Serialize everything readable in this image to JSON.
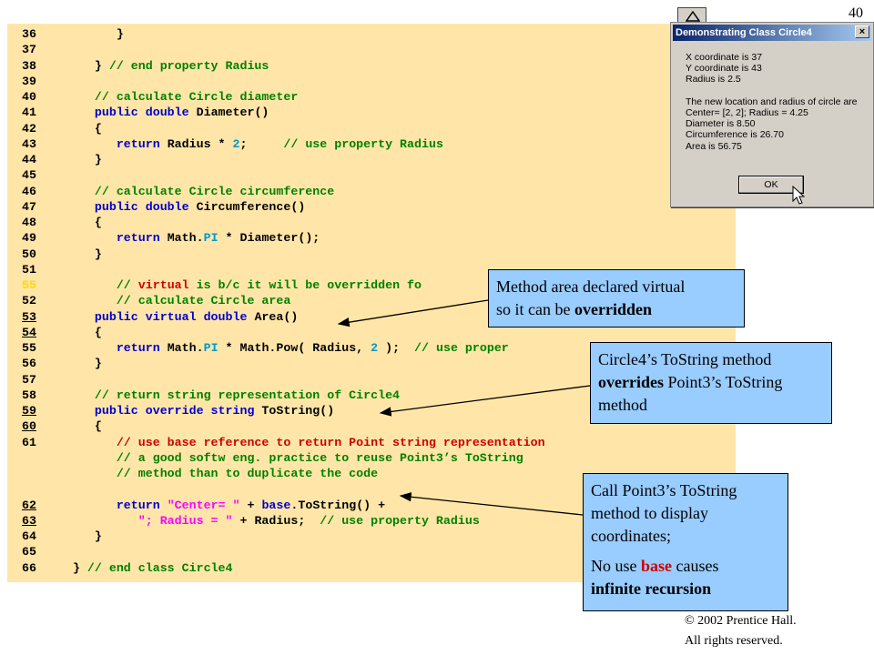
{
  "slide_number": "40",
  "code_lines": [
    {
      "num": "36",
      "underline": false,
      "parts": [
        {
          "t": "         }",
          "c": ""
        }
      ]
    },
    {
      "num": "37",
      "underline": false,
      "parts": []
    },
    {
      "num": "38",
      "underline": false,
      "parts": [
        {
          "t": "      } ",
          "c": ""
        },
        {
          "t": "// end property Radius",
          "c": "cm"
        }
      ]
    },
    {
      "num": "39",
      "underline": false,
      "parts": []
    },
    {
      "num": "40",
      "underline": false,
      "parts": [
        {
          "t": "      ",
          "c": ""
        },
        {
          "t": "// calculate Circle diameter",
          "c": "cm"
        }
      ]
    },
    {
      "num": "41",
      "underline": false,
      "parts": [
        {
          "t": "      ",
          "c": ""
        },
        {
          "t": "public double",
          "c": "kw"
        },
        {
          "t": " Diameter()",
          "c": ""
        }
      ]
    },
    {
      "num": "42",
      "underline": false,
      "parts": [
        {
          "t": "      {",
          "c": ""
        }
      ]
    },
    {
      "num": "43",
      "underline": false,
      "parts": [
        {
          "t": "         ",
          "c": ""
        },
        {
          "t": "return",
          "c": "kw"
        },
        {
          "t": " Radius * ",
          "c": ""
        },
        {
          "t": "2",
          "c": "lit"
        },
        {
          "t": ";     ",
          "c": ""
        },
        {
          "t": "// use property Radius",
          "c": "cm"
        }
      ]
    },
    {
      "num": "44",
      "underline": false,
      "parts": [
        {
          "t": "      }",
          "c": ""
        }
      ]
    },
    {
      "num": "45",
      "underline": false,
      "parts": []
    },
    {
      "num": "46",
      "underline": false,
      "parts": [
        {
          "t": "      ",
          "c": ""
        },
        {
          "t": "// calculate Circle circumference",
          "c": "cm"
        }
      ]
    },
    {
      "num": "47",
      "underline": false,
      "parts": [
        {
          "t": "      ",
          "c": ""
        },
        {
          "t": "public double",
          "c": "kw"
        },
        {
          "t": " Circumference()",
          "c": ""
        }
      ]
    },
    {
      "num": "48",
      "underline": false,
      "parts": [
        {
          "t": "      {",
          "c": ""
        }
      ]
    },
    {
      "num": "49",
      "underline": false,
      "parts": [
        {
          "t": "         ",
          "c": ""
        },
        {
          "t": "return",
          "c": "kw"
        },
        {
          "t": " Math.",
          "c": ""
        },
        {
          "t": "PI",
          "c": "lit"
        },
        {
          "t": " * Diameter();",
          "c": ""
        }
      ]
    },
    {
      "num": "50",
      "underline": false,
      "parts": [
        {
          "t": "      }",
          "c": ""
        }
      ]
    },
    {
      "num": "51",
      "underline": false,
      "parts": []
    },
    {
      "num": "55",
      "underline": false,
      "numColor": "#ffd700",
      "parts": [
        {
          "t": "         ",
          "c": ""
        },
        {
          "t": "// ",
          "c": "cm"
        },
        {
          "t": "virtual",
          "c": "red"
        },
        {
          "t": " is b/c it will be overridden fo",
          "c": "cm"
        }
      ]
    },
    {
      "num": "52",
      "underline": false,
      "parts": [
        {
          "t": "         ",
          "c": ""
        },
        {
          "t": "// calculate Circle area",
          "c": "cm"
        }
      ]
    },
    {
      "num": "53",
      "underline": true,
      "parts": [
        {
          "t": "      ",
          "c": ""
        },
        {
          "t": "public virtual double",
          "c": "kw"
        },
        {
          "t": " Area()",
          "c": ""
        }
      ]
    },
    {
      "num": "54",
      "underline": true,
      "parts": [
        {
          "t": "      {",
          "c": ""
        }
      ]
    },
    {
      "num": "55",
      "underline": false,
      "parts": [
        {
          "t": "         ",
          "c": ""
        },
        {
          "t": "return",
          "c": "kw"
        },
        {
          "t": " Math.",
          "c": ""
        },
        {
          "t": "PI",
          "c": "lit"
        },
        {
          "t": " * Math.Pow( Radius, ",
          "c": ""
        },
        {
          "t": "2",
          "c": "lit"
        },
        {
          "t": " );  ",
          "c": ""
        },
        {
          "t": "// use proper",
          "c": "cm"
        }
      ]
    },
    {
      "num": "56",
      "underline": false,
      "parts": [
        {
          "t": "      }",
          "c": ""
        }
      ]
    },
    {
      "num": "57",
      "underline": false,
      "parts": []
    },
    {
      "num": "58",
      "underline": false,
      "parts": [
        {
          "t": "      ",
          "c": ""
        },
        {
          "t": "// return string representation of Circle4",
          "c": "cm"
        }
      ]
    },
    {
      "num": "59",
      "underline": true,
      "parts": [
        {
          "t": "      ",
          "c": ""
        },
        {
          "t": "public override string",
          "c": "kw"
        },
        {
          "t": " ToString()",
          "c": ""
        }
      ]
    },
    {
      "num": "60",
      "underline": true,
      "parts": [
        {
          "t": "      {",
          "c": ""
        }
      ]
    },
    {
      "num": "61",
      "underline": false,
      "parts": [
        {
          "t": "         ",
          "c": ""
        },
        {
          "t": "// use base reference to return Point string representation",
          "c": "red"
        }
      ]
    },
    {
      "num": "",
      "underline": false,
      "parts": [
        {
          "t": "         ",
          "c": ""
        },
        {
          "t": "// a good softw eng. practice to reuse Point3’s ToString",
          "c": "cm"
        }
      ]
    },
    {
      "num": "",
      "underline": false,
      "parts": [
        {
          "t": "         ",
          "c": ""
        },
        {
          "t": "// method than to duplicate the code",
          "c": "cm"
        }
      ]
    },
    {
      "num": "",
      "underline": false,
      "parts": []
    },
    {
      "num": "62",
      "underline": true,
      "parts": [
        {
          "t": "         ",
          "c": ""
        },
        {
          "t": "return",
          "c": "kw"
        },
        {
          "t": " ",
          "c": ""
        },
        {
          "t": "\"Center= \"",
          "c": "str"
        },
        {
          "t": " + ",
          "c": ""
        },
        {
          "t": "base",
          "c": "kw"
        },
        {
          "t": ".ToString() +",
          "c": ""
        }
      ]
    },
    {
      "num": "63",
      "underline": true,
      "parts": [
        {
          "t": "            ",
          "c": ""
        },
        {
          "t": "\"; Radius = \"",
          "c": "str"
        },
        {
          "t": " + Radius;  ",
          "c": ""
        },
        {
          "t": "// use property Radius",
          "c": "cm"
        }
      ]
    },
    {
      "num": "64",
      "underline": false,
      "parts": [
        {
          "t": "      }",
          "c": ""
        }
      ]
    },
    {
      "num": "65",
      "underline": false,
      "parts": []
    },
    {
      "num": "66",
      "underline": false,
      "parts": [
        {
          "t": "   } ",
          "c": ""
        },
        {
          "t": "// end class Circle4",
          "c": "cm"
        }
      ]
    }
  ],
  "dialog": {
    "title": "Demonstrating Class Circle4",
    "close": "×",
    "lines": [
      "X coordinate is 37",
      "Y coordinate is 43",
      "Radius is 2.5",
      "",
      "The new location and radius of circle are",
      "Center= [2, 2]; Radius = 4.25",
      "Diameter is 8.50",
      "Circumference is 26.70",
      "Area is 56.75"
    ],
    "ok_label": "OK"
  },
  "callouts": {
    "virtual": {
      "line1": "Method area declared virtual",
      "line2_pre": "so it can be ",
      "line2_bold": "overridden"
    },
    "override": {
      "bold1": "",
      "line1": "Circle4’s ToString method",
      "line2_bold": "overrides",
      "line2_rest": " Point3’s ToString",
      "line3": "method"
    },
    "base": {
      "line1": "Call Point3’s ToString",
      "line2": "method to display",
      "line3": "coordinates;",
      "line4_pre": "No use ",
      "line4_red": "base",
      "line4_post": " causes",
      "line5_bold": "infinite recursion"
    }
  },
  "copyright": {
    "line1": "©  2002 Prentice Hall.",
    "line2": "All rights reserved."
  },
  "colors": {
    "code_bg": "#ffe6a8",
    "callout_bg": "#99ccff",
    "keyword": "#0000cc",
    "comment": "#008000",
    "string": "#ff00ff",
    "emphasis": "#cc0000"
  },
  "icons": {
    "nav": "triangle-up-icon",
    "cursor": "mouse-pointer-icon"
  }
}
